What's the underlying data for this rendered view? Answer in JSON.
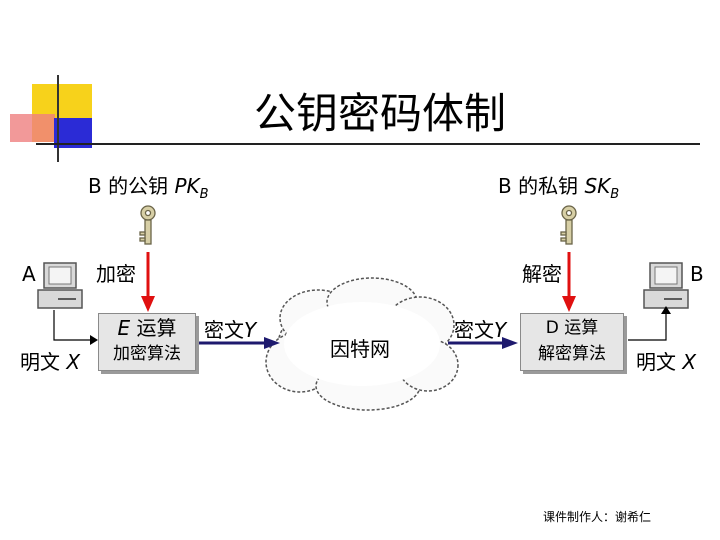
{
  "title": "公钥密码体制",
  "public_key": {
    "prefix": "B 的公钥 ",
    "name": "PK",
    "sub": "B"
  },
  "private_key": {
    "prefix": "B 的私钥 ",
    "name": "SK",
    "sub": "B"
  },
  "sender": "A",
  "receiver": "B",
  "encrypt_label": "加密",
  "decrypt_label": "解密",
  "encrypt_box": {
    "line1_a": "E",
    "line1_b": " 运算",
    "line2": "加密算法"
  },
  "decrypt_box": {
    "line1": "D 运算",
    "line2": "解密算法"
  },
  "plaintext_left": {
    "prefix": "明文 ",
    "var": "X"
  },
  "plaintext_right": {
    "prefix": "明文 ",
    "var": "X"
  },
  "ciphertext_left": {
    "prefix": "密文",
    "var": "Y"
  },
  "ciphertext_right": {
    "prefix": "密文",
    "var": "Y"
  },
  "internet": "因特网",
  "footer": "课件制作人：谢希仁",
  "colors": {
    "deco_yellow": "#f7d21b",
    "deco_red": "#ef7f7f",
    "deco_blue": "#2b2bd6",
    "arrow_red": "#e01010",
    "arrow_navy": "#1e1a6e",
    "key_body": "#d7cfa6"
  }
}
